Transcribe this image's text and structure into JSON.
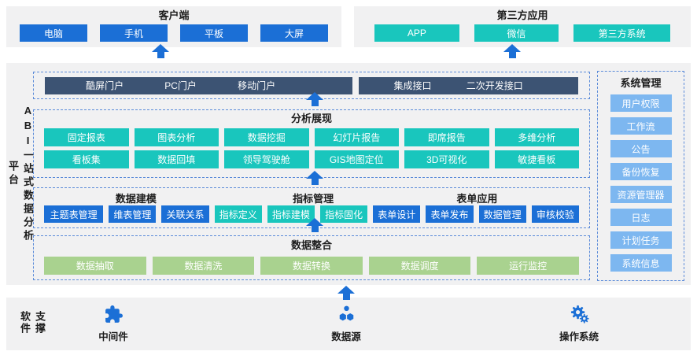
{
  "colors": {
    "primary_blue": "#1b6fd6",
    "teal": "#19c6bd",
    "navy": "#3c5373",
    "light_blue": "#7db7f0",
    "green": "#a9d28f",
    "section_background": "#f1f1f2",
    "dashed_border": "#5b8bd9"
  },
  "client": {
    "title": "客户端",
    "items": [
      "电脑",
      "手机",
      "平板",
      "大屏"
    ]
  },
  "third_party": {
    "title": "第三方应用",
    "items": [
      "APP",
      "微信",
      "第三方系统"
    ]
  },
  "platform": {
    "vertical_title_line1": "ABI一站式数据分析",
    "vertical_title_line2": "平台",
    "portals": {
      "bar1": [
        "酷屏门户",
        "PC门户",
        "移动门户"
      ],
      "bar2": [
        "集成接口",
        "二次开发接口"
      ]
    },
    "analysis": {
      "title": "分析展现",
      "row1": [
        "固定报表",
        "图表分析",
        "数据挖掘",
        "幻灯片报告",
        "即席报告",
        "多维分析"
      ],
      "row2": [
        "看板集",
        "数据回填",
        "领导驾驶舱",
        "GIS地图定位",
        "3D可视化",
        "敏捷看板"
      ]
    },
    "modeling": {
      "group_titles": [
        "数据建模",
        "指标管理",
        "表单应用"
      ],
      "items": [
        "主题表管理",
        "维表管理",
        "关联关系",
        "指标定义",
        "指标建模",
        "指标固化",
        "表单设计",
        "表单发布",
        "数据管理",
        "审核校验"
      ]
    },
    "integration": {
      "title": "数据整合",
      "items": [
        "数据抽取",
        "数据清洗",
        "数据转换",
        "数据调度",
        "运行监控"
      ]
    },
    "system": {
      "title": "系统管理",
      "items": [
        "用户权限",
        "工作流",
        "公告",
        "备份恢复",
        "资源管理器",
        "日志",
        "计划任务",
        "系统信息"
      ]
    }
  },
  "support": {
    "title": "支撑软件",
    "items": [
      {
        "label": "中间件",
        "icon": "puzzle-icon"
      },
      {
        "label": "数据源",
        "icon": "hexagon-cluster-icon"
      },
      {
        "label": "操作系统",
        "icon": "gears-icon"
      }
    ]
  }
}
